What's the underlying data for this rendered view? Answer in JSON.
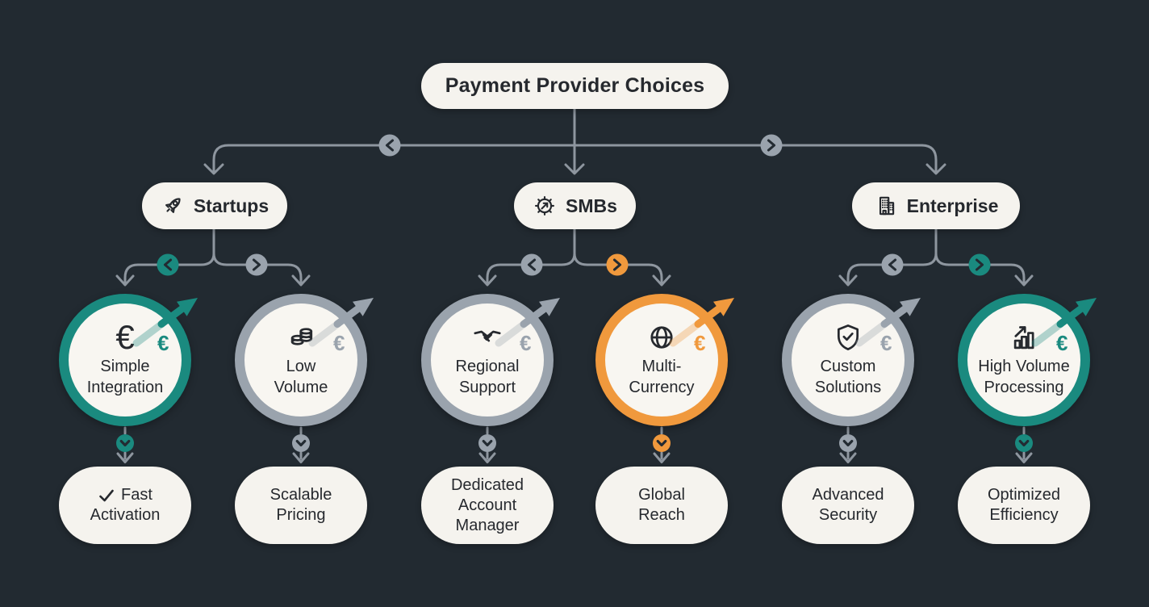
{
  "title": {
    "label": "Payment Provider Choices"
  },
  "colors": {
    "bg": "#222a31",
    "pill": "#f5f3ee",
    "circle_fill": "#f8f6f1",
    "ink": "#26292e",
    "line": "#8e969f",
    "teal": "#1a8a7f",
    "orange": "#f0993d",
    "gray": "#9aa3ad"
  },
  "categories": [
    {
      "label": "Startups",
      "icon": "rocket-icon"
    },
    {
      "label": "SMBs",
      "icon": "gear-arrow-icon"
    },
    {
      "label": "Enterprise",
      "icon": "building-icon"
    }
  ],
  "options": [
    {
      "line1": "Simple",
      "line2": "Integration",
      "icon": "euro-icon",
      "icon_glyph": "€",
      "accent": "teal",
      "currency_badge": "€"
    },
    {
      "line1": "Low",
      "line2": "Volume",
      "icon": "coins-icon",
      "accent": "gray",
      "currency_badge": "€"
    },
    {
      "line1": "Regional",
      "line2": "Support",
      "icon": "handshake-icon",
      "accent": "gray",
      "currency_badge": "€"
    },
    {
      "line1": "Multi-",
      "line2": "Currency",
      "icon": "globe-icon",
      "accent": "orange",
      "currency_badge": "€"
    },
    {
      "line1": "Custom",
      "line2": "Solutions",
      "icon": "shield-check-icon",
      "accent": "gray",
      "currency_badge": "€"
    },
    {
      "line1": "High Volume",
      "line2": "Processing",
      "icon": "bar-chart-icon",
      "accent": "teal",
      "currency_badge": "€"
    }
  ],
  "outcomes": [
    {
      "line1": "Fast",
      "line2": "Activation",
      "has_check": true
    },
    {
      "line1": "Scalable",
      "line2": "Pricing"
    },
    {
      "line1": "Dedicated",
      "line2": "Account",
      "line3": "Manager"
    },
    {
      "line1": "Global",
      "line2": "Reach"
    },
    {
      "line1": "Advanced",
      "line2": "Security"
    },
    {
      "line1": "Optimized",
      "line2": "Efficiency"
    }
  ]
}
